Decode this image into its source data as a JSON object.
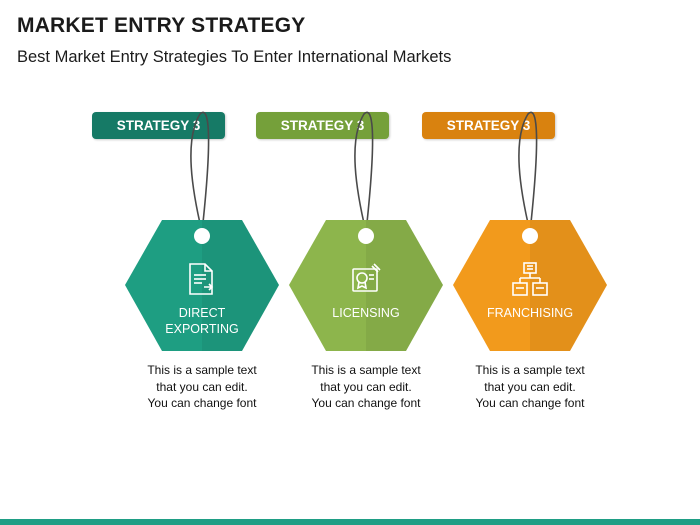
{
  "header": {
    "title": "MARKET ENTRY STRATEGY",
    "subtitle": "Best Market Entry Strategies To Enter International Markets"
  },
  "colors": {
    "green": "#1e9e82",
    "green_tag": "#167a66",
    "lime": "#8db54c",
    "lime_tag": "#75a03a",
    "orange": "#f29a1c",
    "orange_tag": "#d9820f",
    "bottom_bar": "#1f9e85"
  },
  "strategies": [
    {
      "tag": "STRATEGY 3",
      "label_line1": "DIRECT",
      "label_line2": "EXPORTING",
      "icon": "document-export-icon",
      "desc_line1": "This is a sample text",
      "desc_line2": "that you can edit.",
      "desc_line3": "You can change font"
    },
    {
      "tag": "STRATEGY 3",
      "label_line1": "LICENSING",
      "label_line2": "",
      "icon": "certificate-license-icon",
      "desc_line1": "This is a sample text",
      "desc_line2": "that you can edit.",
      "desc_line3": "You can change font"
    },
    {
      "tag": "STRATEGY 3",
      "label_line1": "FRANCHISING",
      "label_line2": "",
      "icon": "franchise-network-icon",
      "desc_line1": "This is a sample text",
      "desc_line2": "that you can edit.",
      "desc_line3": "You can change font"
    }
  ]
}
